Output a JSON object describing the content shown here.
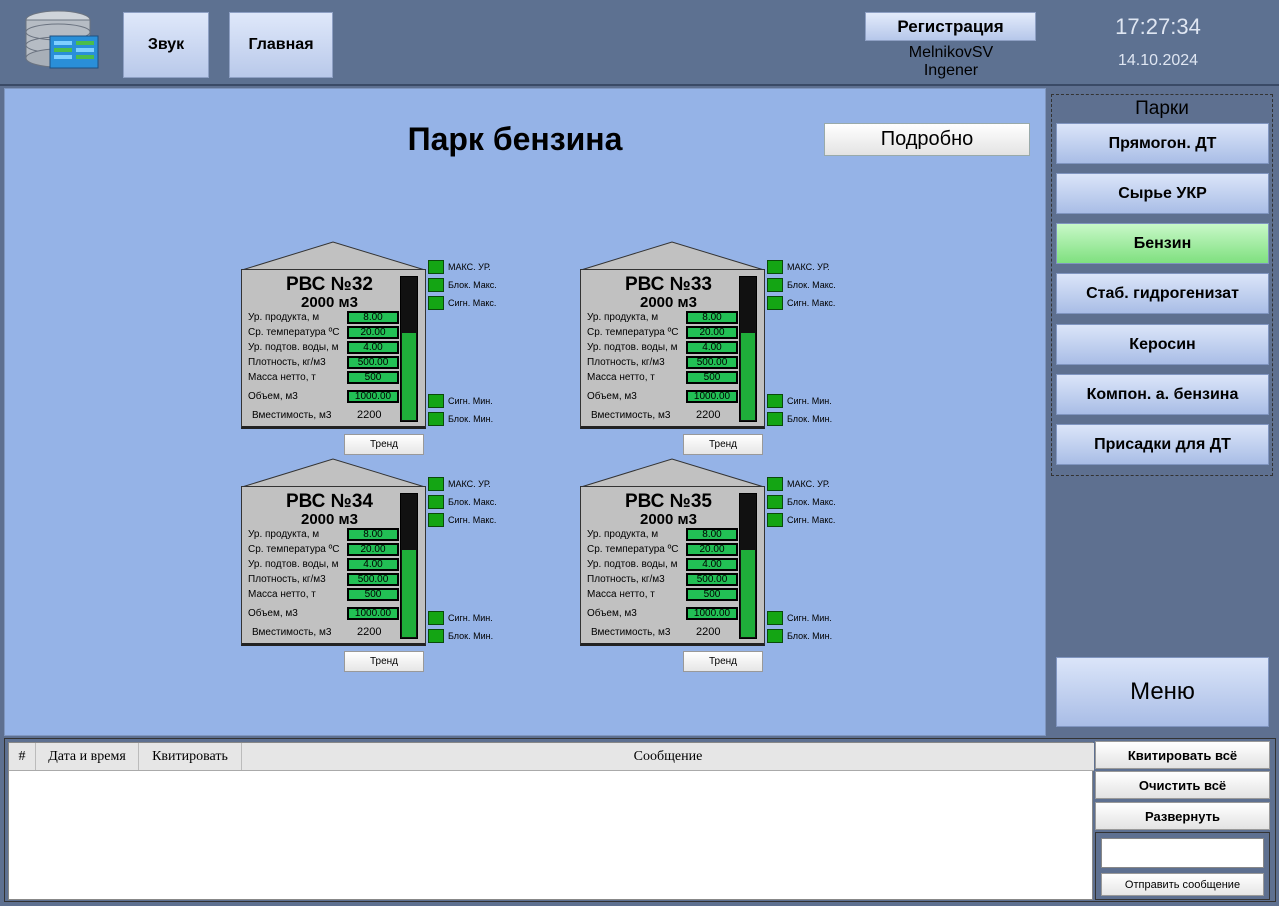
{
  "header": {
    "sound_label": "Звук",
    "home_label": "Главная",
    "register_label": "Регистрация",
    "username": "MelnikovSV",
    "role": "Ingener",
    "time": "17:27:34",
    "date": "14.10.2024"
  },
  "main": {
    "title": "Парк бензина",
    "detail_label": "Подробно"
  },
  "tank_labels": {
    "level": "Ур. продукта, м",
    "temp": "Ср. температура ºС",
    "water": "Ур. подтов. воды, м",
    "density": "Плотность, кг/м3",
    "mass": "Масса нетто, т",
    "volume": "Объем, м3",
    "capacity": "Вместимость, м3",
    "max_level": "МАКС. УР.",
    "block_max": "Блок. Макс.",
    "sig_max": "Сигн. Макс.",
    "sig_min": "Сигн. Мин.",
    "block_min": "Блок. Мин.",
    "trend": "Тренд"
  },
  "tanks": [
    {
      "name": "РВС №32",
      "cap": "2000 м3",
      "level": "8.00",
      "temp": "20.00",
      "water": "4.00",
      "density": "500.00",
      "mass": "500",
      "volume": "1000.00",
      "capacity": "2200",
      "fill_fraction": 0.61
    },
    {
      "name": "РВС №33",
      "cap": "2000 м3",
      "level": "8.00",
      "temp": "20.00",
      "water": "4.00",
      "density": "500.00",
      "mass": "500",
      "volume": "1000.00",
      "capacity": "2200",
      "fill_fraction": 0.61
    },
    {
      "name": "РВС №34",
      "cap": "2000 м3",
      "level": "8.00",
      "temp": "20.00",
      "water": "4.00",
      "density": "500.00",
      "mass": "500",
      "volume": "1000.00",
      "capacity": "2200",
      "fill_fraction": 0.61
    },
    {
      "name": "РВС №35",
      "cap": "2000 м3",
      "level": "8.00",
      "temp": "20.00",
      "water": "4.00",
      "density": "500.00",
      "mass": "500",
      "volume": "1000.00",
      "capacity": "2200",
      "fill_fraction": 0.61
    }
  ],
  "parks": {
    "title": "Парки",
    "items": [
      {
        "label": "Прямогон. ДТ",
        "active": false
      },
      {
        "label": "Сырье УКР",
        "active": false
      },
      {
        "label": "Бензин",
        "active": true
      },
      {
        "label": "Стаб. гидрогенизат",
        "active": false
      },
      {
        "label": "Керосин",
        "active": false
      },
      {
        "label": "Компон. а. бензина",
        "active": false
      },
      {
        "label": "Присадки для ДТ",
        "active": false
      }
    ]
  },
  "menu_label": "Меню",
  "messages": {
    "columns": [
      "#",
      "Дата и время",
      "Квитировать",
      "Сообщение"
    ],
    "ack_all": "Квитировать всё",
    "clear_all": "Очистить всё",
    "expand": "Развернуть",
    "send_label": "Отправить сообщение"
  },
  "colors": {
    "indicator_green": "#14a514",
    "active_park": "#7fe07f",
    "main_bg": "#95b3e7"
  }
}
